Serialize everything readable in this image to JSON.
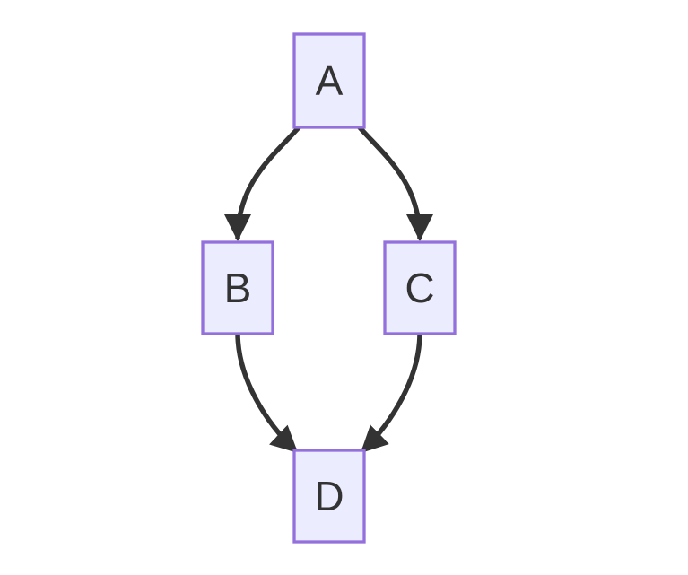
{
  "diagram": {
    "type": "flowchart",
    "direction": "top-down",
    "nodes": [
      {
        "id": "A",
        "label": "A"
      },
      {
        "id": "B",
        "label": "B"
      },
      {
        "id": "C",
        "label": "C"
      },
      {
        "id": "D",
        "label": "D"
      }
    ],
    "edges": [
      {
        "from": "A",
        "to": "B"
      },
      {
        "from": "A",
        "to": "C"
      },
      {
        "from": "B",
        "to": "D"
      },
      {
        "from": "C",
        "to": "D"
      }
    ],
    "colors": {
      "background": "#FFFFFF",
      "node_fill": "#ECECFF",
      "node_border": "#9370DB",
      "edge": "#333333",
      "text": "#333333"
    }
  }
}
